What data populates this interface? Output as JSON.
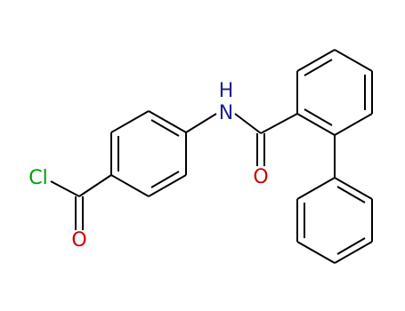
{
  "atoms": {
    "nh": {
      "text": "NH",
      "n": "N",
      "h": "H",
      "color": "#1f1f8f"
    },
    "o_amide": {
      "text": "O",
      "color": "#cc0000"
    },
    "cl": {
      "text": "Cl",
      "color": "#00a000"
    },
    "o_acyl": {
      "text": "O",
      "color": "#cc0000"
    }
  }
}
